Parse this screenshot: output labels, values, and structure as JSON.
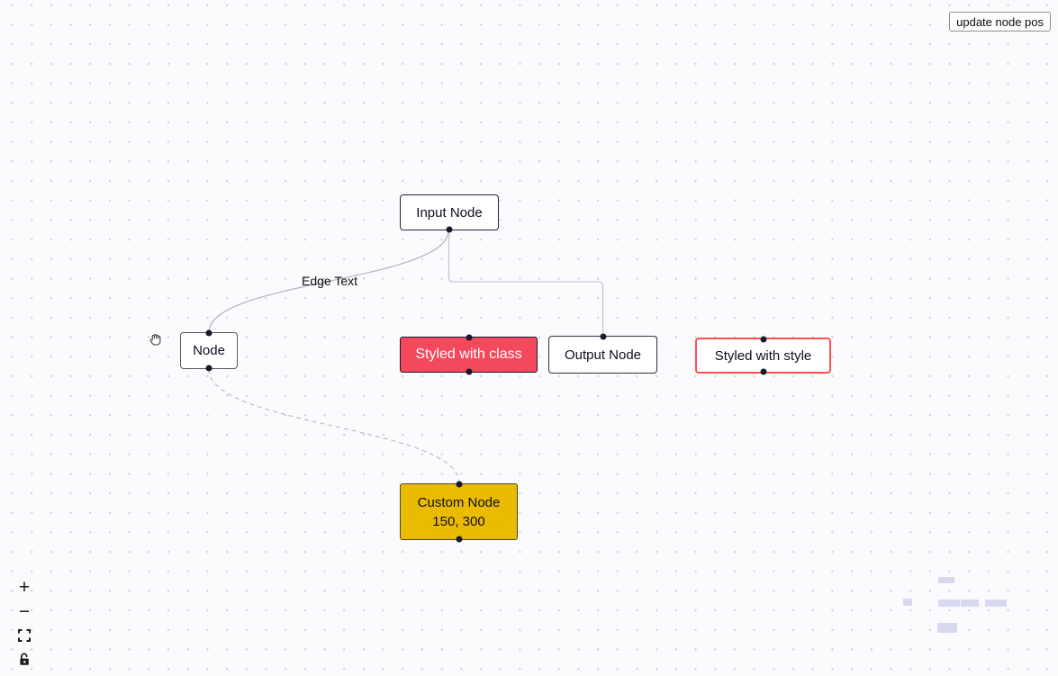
{
  "toolbar": {
    "update_button": "update node pos"
  },
  "nodes": {
    "input": {
      "label": "Input Node"
    },
    "default": {
      "label": "Node"
    },
    "styled_class": {
      "label": "Styled with class"
    },
    "output": {
      "label": "Output Node"
    },
    "styled_style": {
      "label": "Styled with style"
    },
    "custom": {
      "line1": "Custom Node",
      "line2": "150, 300"
    }
  },
  "edges": {
    "bezier_label": "Edge Text"
  },
  "controls": {
    "zoom_in": "+",
    "zoom_out": "−",
    "fit_view": "fit-view-icon",
    "lock": "lock-icon"
  },
  "minimap": {
    "node_color": "#d8d8f0",
    "nodes": [
      "input",
      "default",
      "styled_class",
      "output",
      "styled_style",
      "custom"
    ]
  },
  "colors": {
    "background": "#fbfbfe",
    "background_dot": "#d0d0e2",
    "class_node_bg": "#f4495c",
    "class_node_text": "#ffffff",
    "custom_node_bg": "#f2c300",
    "style_node_border": "#ff4f4f",
    "default_border": "#1a192b",
    "edge_stroke": "#b1b1b7",
    "handle": "#1a192b"
  },
  "cursor": "grab-hand"
}
